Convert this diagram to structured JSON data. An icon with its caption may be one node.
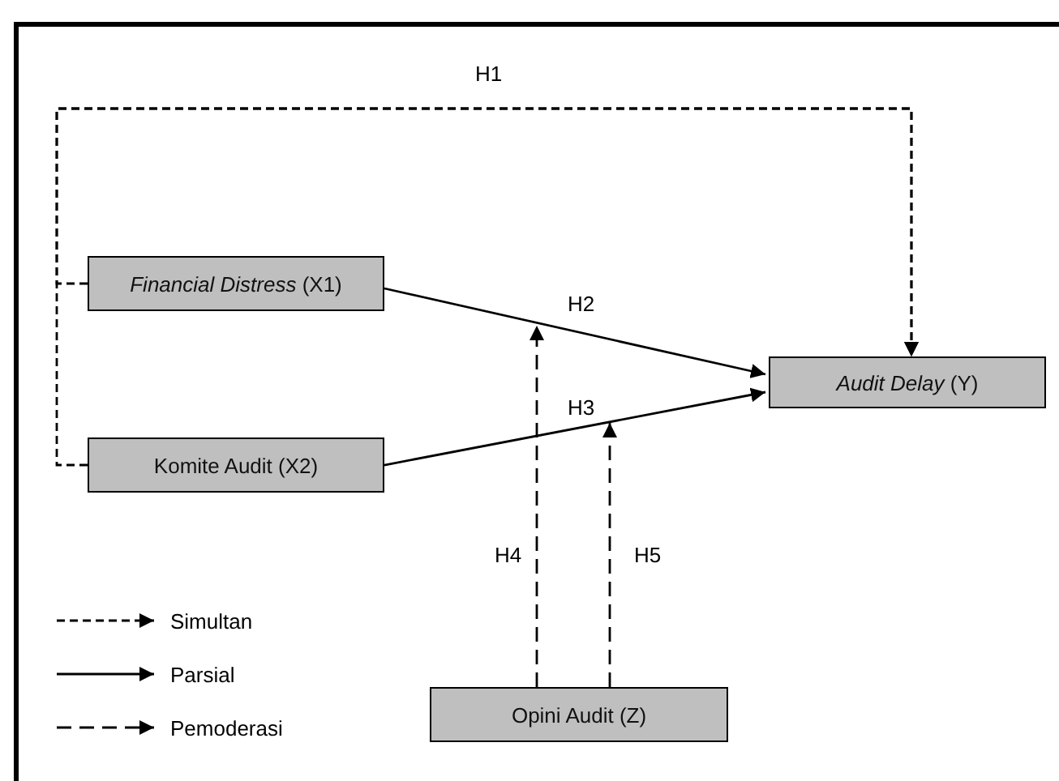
{
  "diagram": {
    "nodes": [
      {
        "text": [
          "*Financial Distress* (X1)"
        ]
      },
      {
        "text": [
          "Komite Audit (X2)"
        ]
      },
      {
        "text": [
          "*Audit Delay* (Y)"
        ]
      },
      {
        "text": [
          "Opini Audit (Z)"
        ]
      }
    ],
    "edges": [
      {
        "from": 0,
        "to": 2,
        "arrow": "to",
        "label": "H1",
        "style": "dashed"
      },
      {
        "from": 1,
        "to": 2,
        "arrow": "to",
        "style": "dashed"
      },
      {
        "from": 0,
        "to": 2,
        "arrow": "to",
        "label": "H2"
      },
      {
        "from": 1,
        "to": 2,
        "arrow": "to",
        "label": "H3"
      },
      {
        "from": 3,
        "to": null,
        "arrow": "to",
        "label": "H4",
        "style": "dashed"
      },
      {
        "from": 3,
        "to": null,
        "arrow": "to",
        "label": "H5",
        "style": "dashed"
      }
    ],
    "legend": [
      {
        "text": "Simultan"
      },
      {
        "text": "Parsial"
      },
      {
        "text": "Pemoderasi"
      }
    ]
  }
}
